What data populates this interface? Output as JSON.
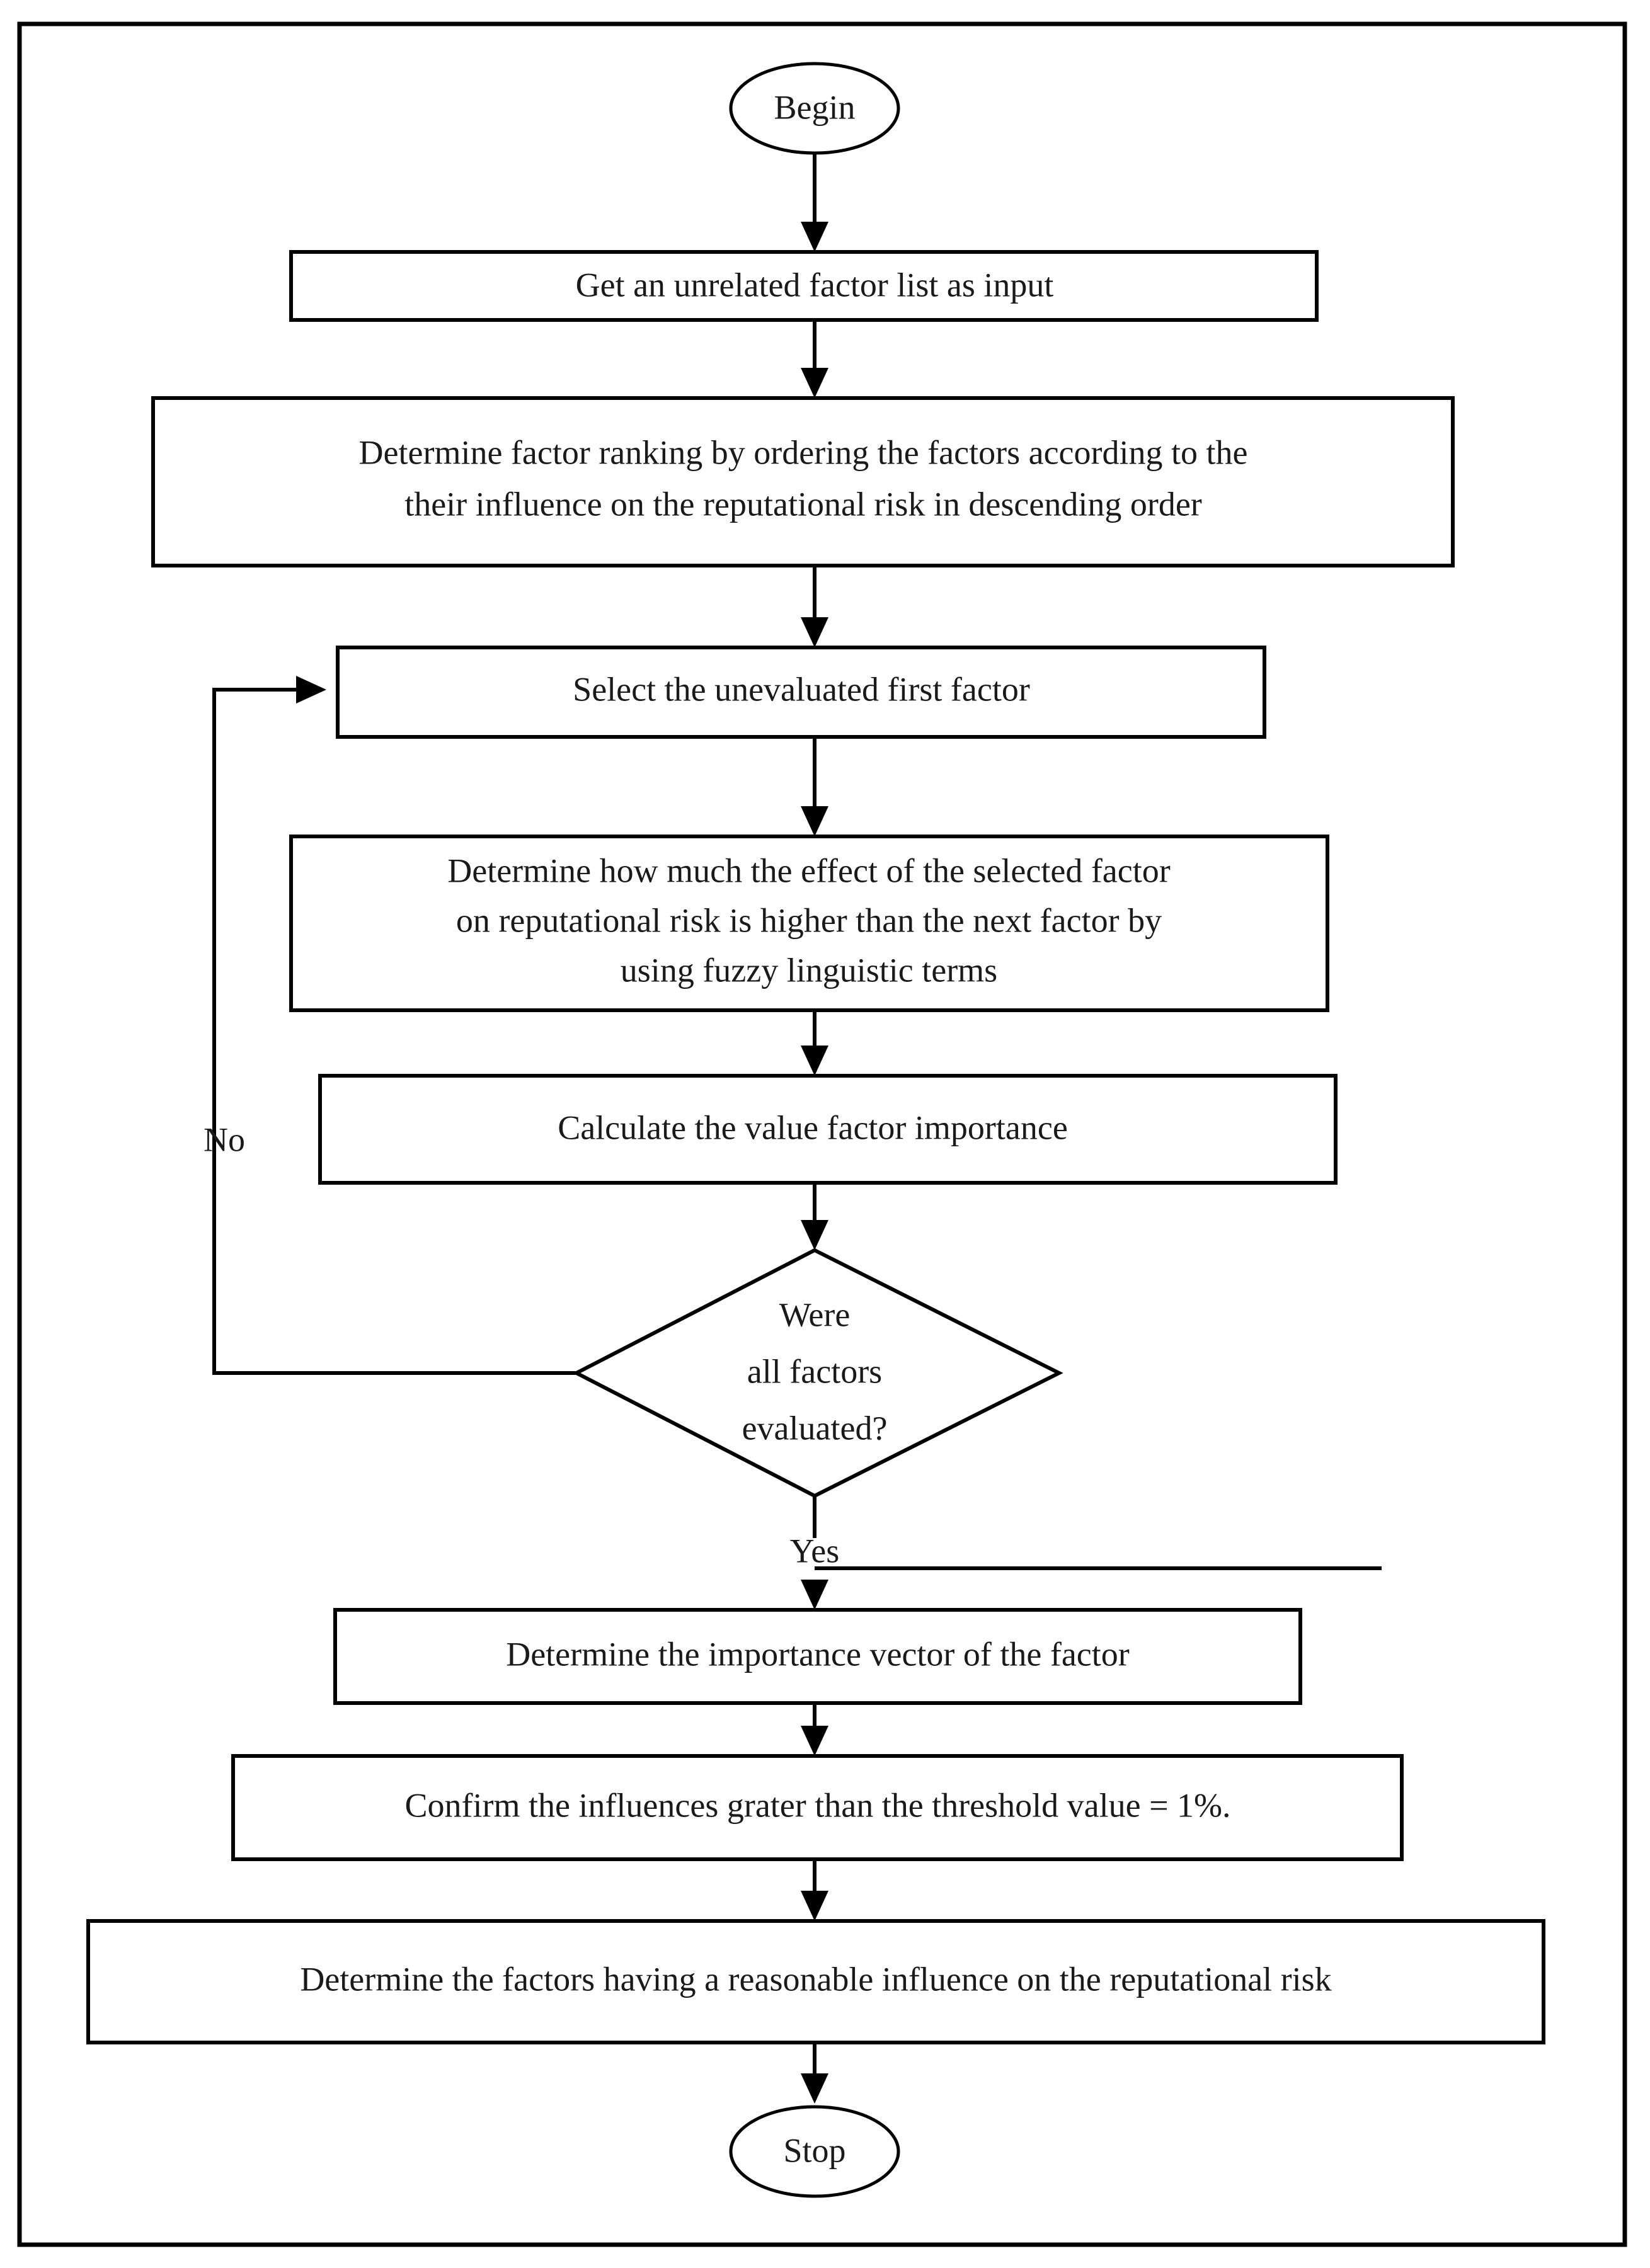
{
  "diagram": {
    "type": "flowchart",
    "title": "",
    "orientation": "top-to-bottom",
    "nodes": [
      {
        "id": "begin",
        "shape": "ellipse",
        "label": "Begin"
      },
      {
        "id": "get-input",
        "shape": "rectangle",
        "label": "Get an unrelated factor list as input"
      },
      {
        "id": "rank",
        "shape": "rectangle",
        "line1": "Determine factor ranking by ordering the factors according to the",
        "line2": "their influence on the reputational risk in descending order"
      },
      {
        "id": "select",
        "shape": "rectangle",
        "label": "Select the unevaluated first factor"
      },
      {
        "id": "compare",
        "shape": "rectangle",
        "line1": "Determine how much the effect of the selected factor",
        "line2": "on reputational risk is higher than the next factor by",
        "line3": "using fuzzy linguistic terms"
      },
      {
        "id": "calculate",
        "shape": "rectangle",
        "label": "Calculate the value factor importance"
      },
      {
        "id": "decision",
        "shape": "diamond",
        "line1": "Were",
        "line2": "all factors",
        "line3": "evaluated?"
      },
      {
        "id": "vector",
        "shape": "rectangle",
        "label": "Determine the importance vector of the factor"
      },
      {
        "id": "threshold",
        "shape": "rectangle",
        "label": "Confirm the influences grater than the threshold value = 1%."
      },
      {
        "id": "final",
        "shape": "rectangle",
        "label": "Determine the factors having a reasonable influence on the reputational risk"
      },
      {
        "id": "stop",
        "shape": "ellipse",
        "label": "Stop"
      }
    ],
    "edges": [
      {
        "from": "begin",
        "to": "get-input",
        "label": ""
      },
      {
        "from": "get-input",
        "to": "rank",
        "label": ""
      },
      {
        "from": "rank",
        "to": "select",
        "label": ""
      },
      {
        "from": "select",
        "to": "compare",
        "label": ""
      },
      {
        "from": "compare",
        "to": "calculate",
        "label": ""
      },
      {
        "from": "calculate",
        "to": "decision",
        "label": ""
      },
      {
        "from": "decision",
        "to": "select",
        "label": "No"
      },
      {
        "from": "decision",
        "to": "vector",
        "label": "Yes"
      },
      {
        "from": "vector",
        "to": "threshold",
        "label": ""
      },
      {
        "from": "threshold",
        "to": "final",
        "label": ""
      },
      {
        "from": "final",
        "to": "stop",
        "label": ""
      }
    ],
    "labels": {
      "no": "No",
      "yes": "Yes"
    },
    "colors": {
      "stroke": "#000000",
      "fill": "#ffffff",
      "text": "#1a1a1a"
    }
  }
}
